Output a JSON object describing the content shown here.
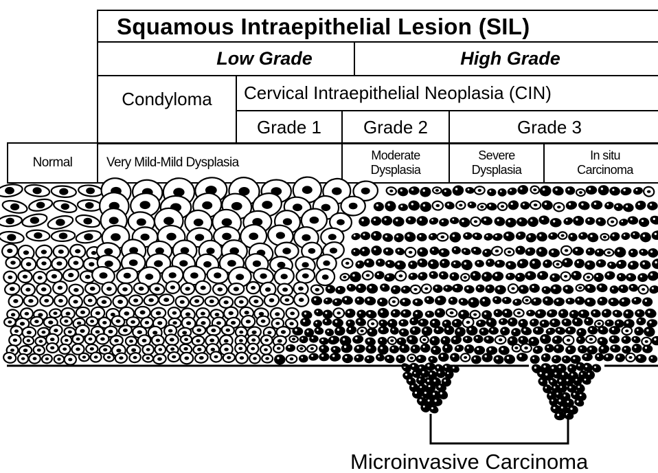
{
  "header": {
    "sil_title": "Squamous Intraepithelial Lesion (SIL)",
    "low_grade": "Low Grade",
    "high_grade": "High Grade",
    "condyloma": "Condyloma",
    "cin_title": "Cervical Intraepithelial Neoplasia (CIN)",
    "grade1": "Grade 1",
    "grade2": "Grade 2",
    "grade3": "Grade 3"
  },
  "stages": {
    "normal": "Normal",
    "mild": "Very Mild-Mild Dysplasia",
    "moderate_1": "Moderate",
    "moderate_2": "Dysplasia",
    "severe_1": "Severe",
    "severe_2": "Dysplasia",
    "insitu_1": "In situ",
    "insitu_2": "Carcinoma"
  },
  "footer": {
    "microinvasive": "Microinvasive Carcinoma"
  },
  "colors": {
    "ink": "#000000",
    "paper": "#ffffff"
  }
}
